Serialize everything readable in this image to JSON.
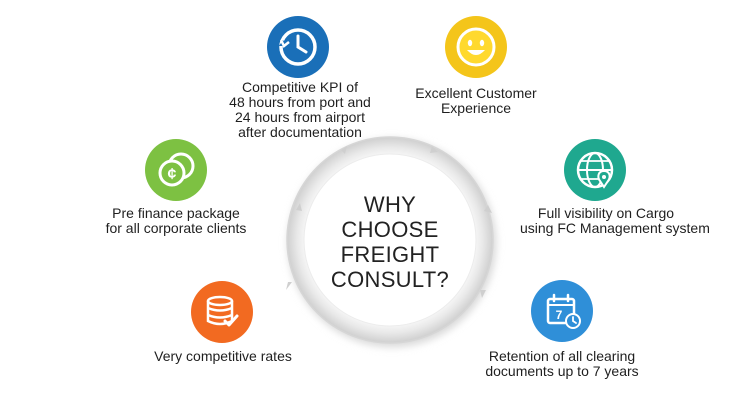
{
  "center": {
    "lines": [
      "WHY",
      "CHOOSE",
      "FREIGHT",
      "CONSULT?"
    ]
  },
  "items": [
    {
      "icon": "clock-icon",
      "color": "#1a6fb8",
      "lines": [
        "Competitive KPI of",
        "48 hours from port and",
        "24 hours from airport",
        "after documentation"
      ]
    },
    {
      "icon": "smiley-icon",
      "color": "#f4c51a",
      "lines": [
        "Excellent Customer",
        "Experience"
      ]
    },
    {
      "icon": "coins-icon",
      "color": "#7dc142",
      "lines": [
        "Pre finance package",
        "for all corporate clients"
      ]
    },
    {
      "icon": "globe-location-icon",
      "color": "#1fa88f",
      "lines": [
        "Full visibility on Cargo",
        "using FC Management system"
      ]
    },
    {
      "icon": "database-check-icon",
      "color": "#f26a21",
      "lines": [
        "Very competitive rates"
      ]
    },
    {
      "icon": "calendar-clock-icon",
      "color": "#2f8fd8",
      "lines": [
        "Retention of all clearing",
        "documents up to 7 years"
      ]
    }
  ],
  "calendar_number": "7"
}
